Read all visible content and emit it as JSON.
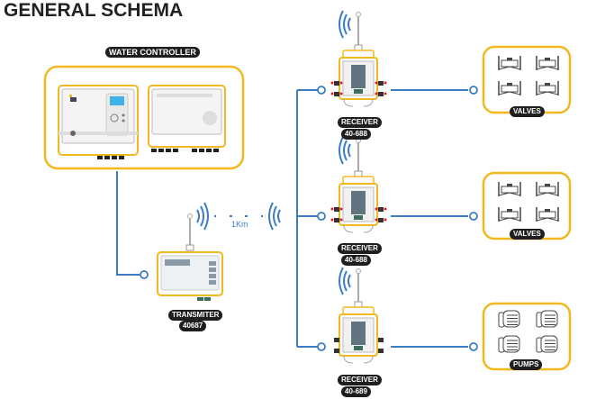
{
  "title": "GENERAL SCHEMA",
  "controller": {
    "label": "WATER CONTROLLER"
  },
  "transmitter": {
    "label": "TRANSMITER",
    "model": "40687"
  },
  "distance": "1Km",
  "receivers": [
    {
      "label": "RECEIVER",
      "model": "40-688",
      "output": "VALVES"
    },
    {
      "label": "RECEIVER",
      "model": "40-688",
      "output": "VALVES"
    },
    {
      "label": "RECEIVER",
      "model": "40-689",
      "output": "PUMPS"
    }
  ],
  "colors": {
    "accent": "#f2b81f",
    "line": "#3b7cc4",
    "pill": "#1e1e1e"
  }
}
